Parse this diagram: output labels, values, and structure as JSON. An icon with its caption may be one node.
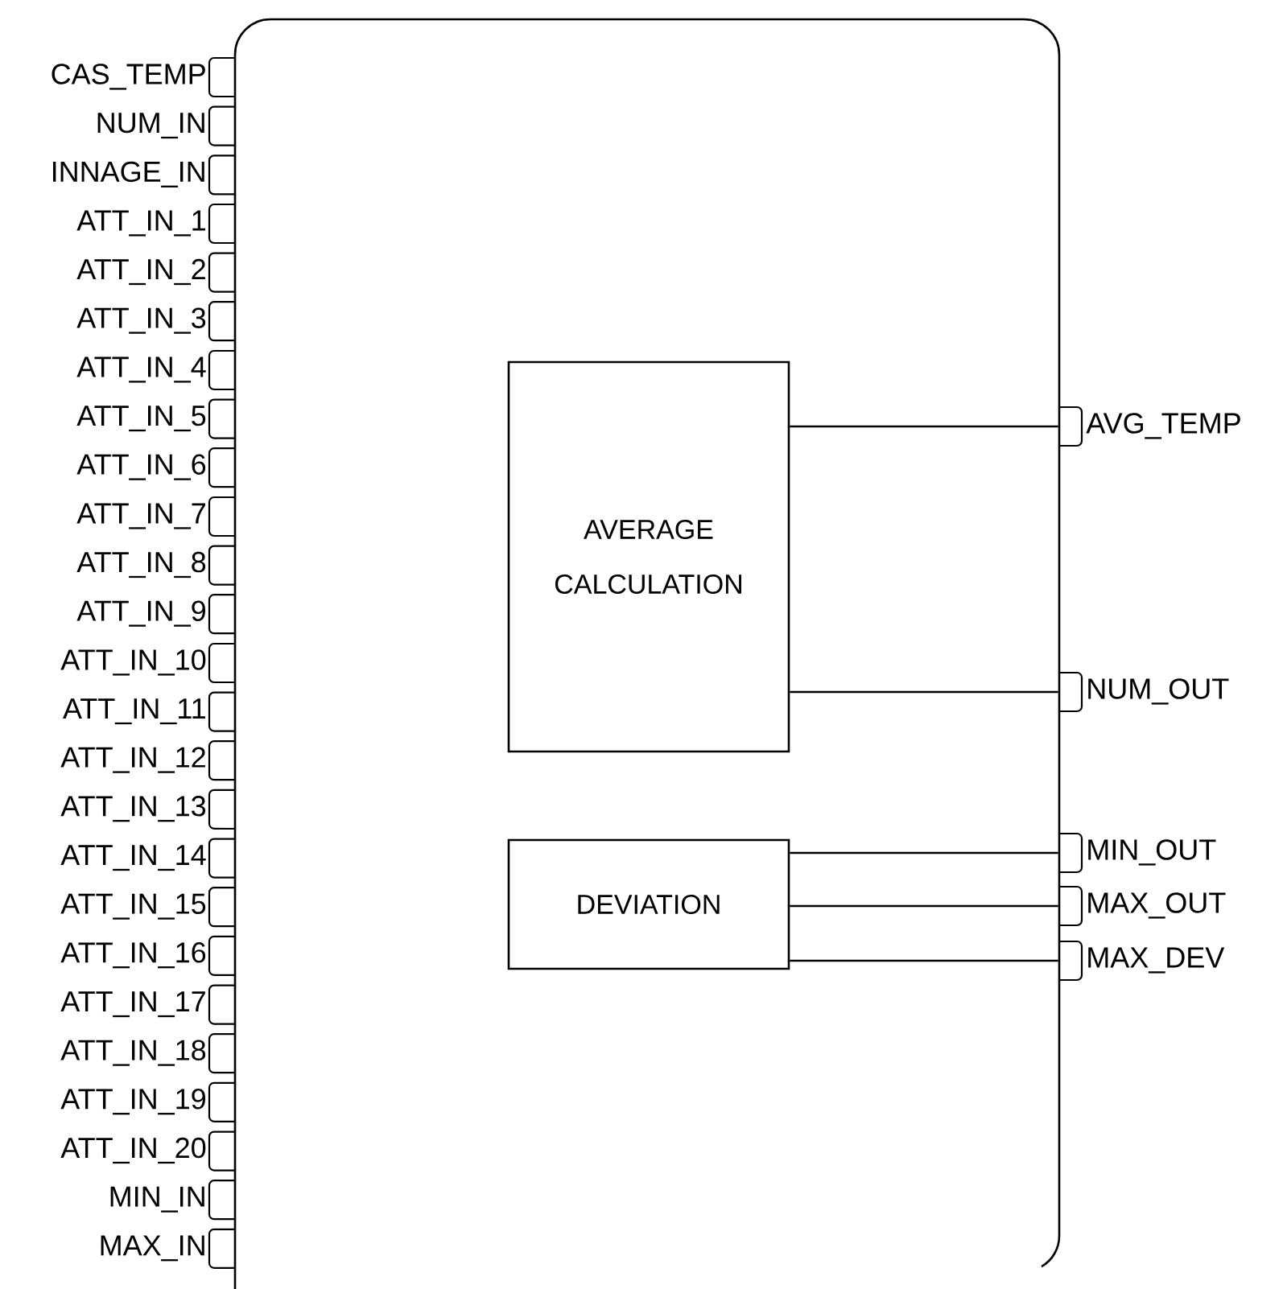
{
  "diagram": {
    "nodes": [
      {
        "text": [],
        "shape": "box"
      },
      {
        "text": [
          "CAS_TEMP"
        ]
      },
      {
        "text": [
          "NUM_IN"
        ]
      },
      {
        "text": [
          "INNAGE_IN"
        ]
      },
      {
        "text": [
          "ATT_IN_1"
        ]
      },
      {
        "text": [
          "ATT_IN_2"
        ]
      },
      {
        "text": [
          "ATT_IN_3"
        ]
      },
      {
        "text": [
          "ATT_IN_4"
        ]
      },
      {
        "text": [
          "ATT_IN_5"
        ]
      },
      {
        "text": [
          "ATT_IN_6"
        ]
      },
      {
        "text": [
          "ATT_IN_7"
        ]
      },
      {
        "text": [
          "ATT_IN_8"
        ]
      },
      {
        "text": [
          "ATT_IN_9"
        ]
      },
      {
        "text": [
          "ATT_IN_10"
        ]
      },
      {
        "text": [
          "ATT_IN_11"
        ]
      },
      {
        "text": [
          "ATT_IN_12"
        ]
      },
      {
        "text": [
          "ATT_IN_13"
        ]
      },
      {
        "text": [
          "ATT_IN_14"
        ]
      },
      {
        "text": [
          "ATT_IN_15"
        ]
      },
      {
        "text": [
          "ATT_IN_16"
        ]
      },
      {
        "text": [
          "ATT_IN_17"
        ]
      },
      {
        "text": [
          "ATT_IN_18"
        ]
      },
      {
        "text": [
          "ATT_IN_19"
        ]
      },
      {
        "text": [
          "ATT_IN_20"
        ]
      },
      {
        "text": [
          "MIN_IN"
        ]
      },
      {
        "text": [
          "MAX_IN"
        ]
      },
      {
        "text": [
          "AVERAGE CALCULATION"
        ],
        "in": 0
      },
      {
        "text": [
          "AVG_TEMP"
        ]
      },
      {
        "text": [
          "NUM_OUT"
        ]
      },
      {
        "text": [
          "DEVIATION"
        ],
        "in": 0
      },
      {
        "text": [
          "MIN_OUT"
        ]
      },
      {
        "text": [
          "MAX_OUT"
        ]
      },
      {
        "text": [
          "MAX_DEV"
        ]
      }
    ],
    "edges": [
      {
        "from": 26,
        "to": 27,
        "arrow": "none"
      },
      {
        "from": 26,
        "to": 28,
        "arrow": "none"
      },
      {
        "from": 29,
        "to": 30,
        "arrow": "none"
      },
      {
        "from": 29,
        "to": 31,
        "arrow": "none"
      },
      {
        "from": 29,
        "to": 32,
        "arrow": "none"
      }
    ]
  }
}
